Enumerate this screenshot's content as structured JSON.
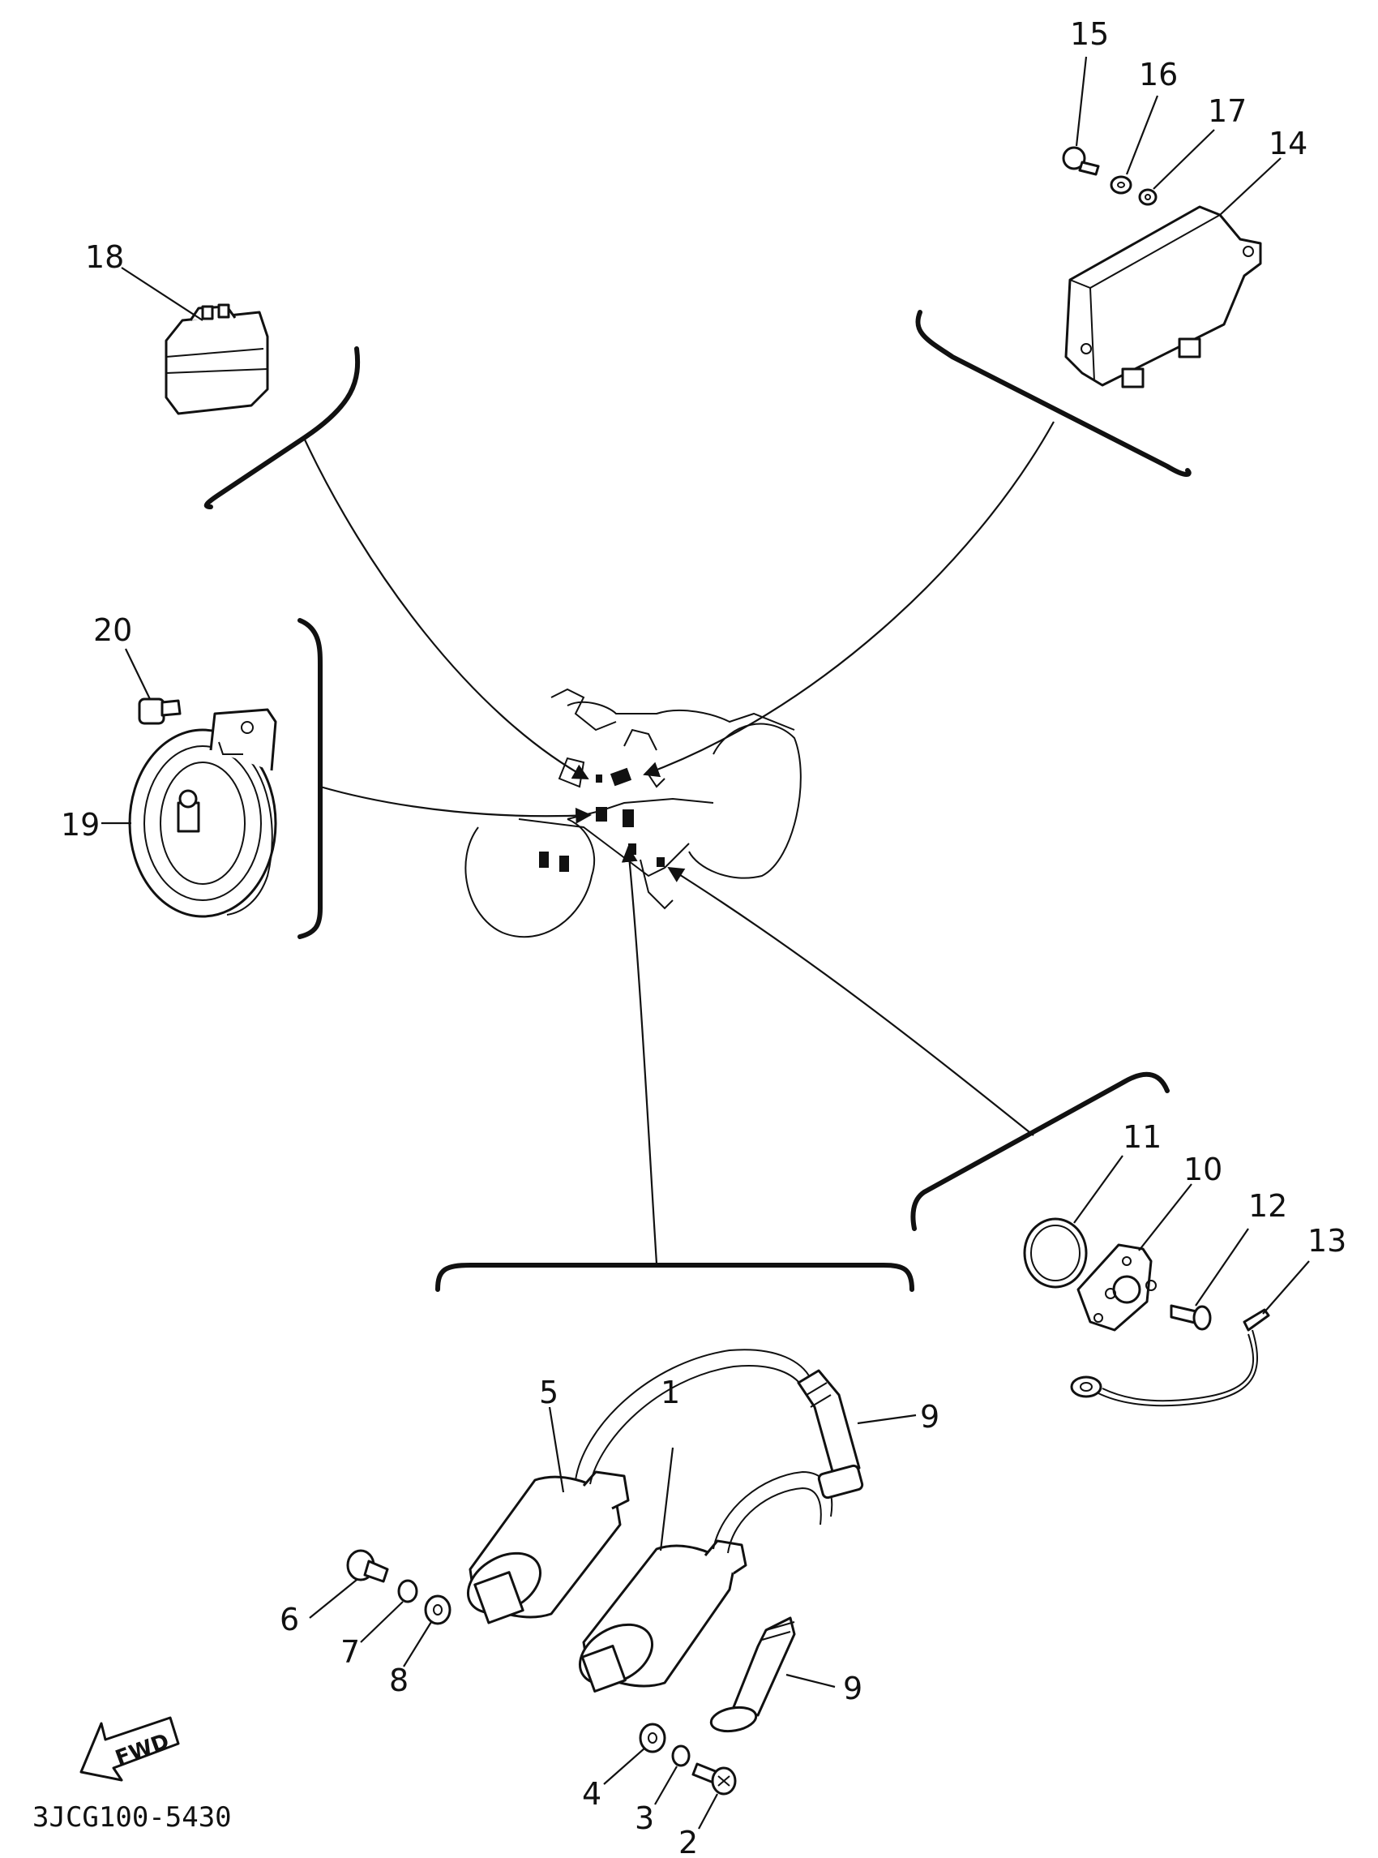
{
  "diagram_code": "3JCG100-5430",
  "direction_label": "FWD",
  "callouts": [
    "1",
    "2",
    "3",
    "4",
    "5",
    "6",
    "7",
    "8",
    "9",
    "9",
    "10",
    "11",
    "12",
    "13",
    "14",
    "15",
    "16",
    "17",
    "18",
    "19",
    "20"
  ],
  "icons": {
    "forward_arrow": "fwd-arrow-icon"
  }
}
